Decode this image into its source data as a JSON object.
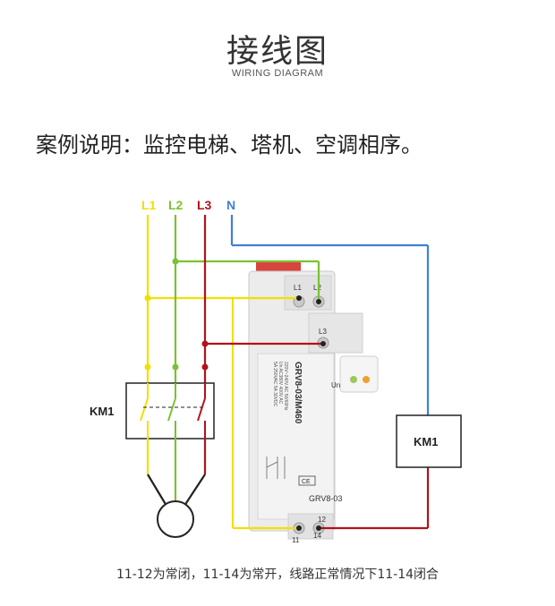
{
  "title": "接线图",
  "subtitle": "WIRING DIAGRAM",
  "case_text": "案例说明：监控电梯、塔机、空调相序。",
  "footer_note": "11-12为常闭，11-14为常开，线路正常情况下11-14闭合",
  "phases": {
    "l1": "L1",
    "l2": "L2",
    "l3": "L3",
    "n": "N",
    "color_l1": "#f0e000",
    "color_l2": "#7ac231",
    "color_l3": "#b2121a",
    "color_n": "#3f7fd6"
  },
  "contactor_label": "KM1",
  "coil_label": "KM1",
  "relay": {
    "model_vertical": "GRV8-03/M460",
    "model": "GRV8-03",
    "spec_lines": [
      "220V~240V AC 50/60Hz",
      "Un AC380V 400V AC",
      "5A 250VAC 5A 30VDC"
    ],
    "indicator_label": "Un",
    "brand_badge": "CE",
    "term_l1": "L1",
    "term_l2": "L2",
    "term_l3": "L3",
    "term_11": "11",
    "term_12": "12",
    "term_14": "14"
  }
}
